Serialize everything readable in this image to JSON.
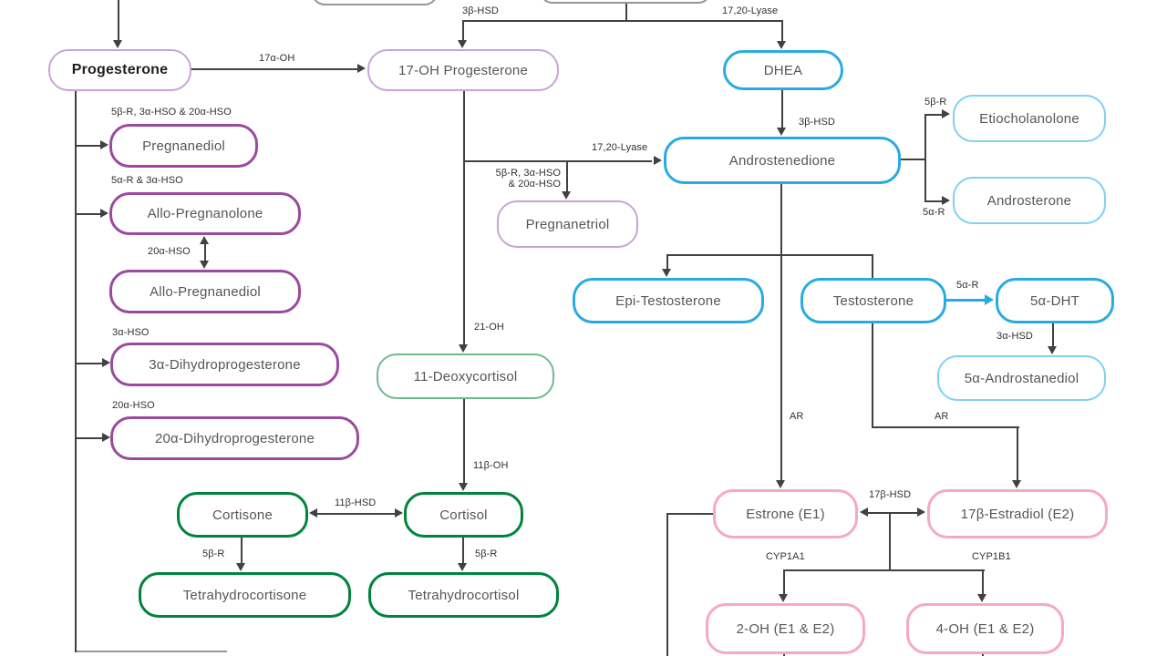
{
  "diagram": {
    "description": "Steroid hormone metabolism pathway flowchart",
    "nodes": {
      "progesterone": "Progesterone",
      "oh17_progesterone": "17-OH Progesterone",
      "dhea": "DHEA",
      "pregnanediol": "Pregnanediol",
      "allo_pregnanolone": "Allo-Pregnanolone",
      "allo_pregnanediol": "Allo-Pregnanediol",
      "dihydroprogesterone_3a": "3α-Dihydroprogesterone",
      "dihydroprogesterone_20a": "20α-Dihydroprogesterone",
      "pregnanetriol": "Pregnanetriol",
      "deoxycortisol_11": "11-Deoxycortisol",
      "cortisone": "Cortisone",
      "cortisol": "Cortisol",
      "tetrahydrocortisone": "Tetrahydrocortisone",
      "tetrahydrocortisol": "Tetrahydrocortisol",
      "androstenedione": "Androstenedione",
      "etiocholanolone": "Etiocholanolone",
      "androsterone": "Androsterone",
      "epi_testosterone": "Epi-Testosterone",
      "testosterone": "Testosterone",
      "dht_5a": "5α-DHT",
      "androstanediol_5a": "5α-Androstanediol",
      "estrone": "Estrone (E1)",
      "estradiol": "17β-Estradiol (E2)",
      "oh2": "2-OH (E1 & E2)",
      "oh4": "4-OH (E1 & E2)"
    },
    "edge_labels": {
      "hsd3b_to_17oh": "3β-HSD",
      "lyase_to_dhea": "17,20-Lyase",
      "oh17a": "17α-OH",
      "pregnanediol_enz": "5β-R, 3α-HSO & 20α-HSO",
      "allopregnanolone_enz": "5α-R & 3α-HSO",
      "hso20a_between": "20α-HSO",
      "hso3a": "3α-HSO",
      "hso20a_branch": "20α-HSO",
      "pregnanetriol_enz_line1": "5β-R, 3α-HSO",
      "pregnanetriol_enz_line2": "& 20α-HSO",
      "lyase_to_andro": "17,20-Lyase",
      "oh21": "21-OH",
      "oh11b": "11β-OH",
      "hsd11b": "11β-HSD",
      "r5b_cortisone": "5β-R",
      "r5b_cortisol": "5β-R",
      "hsd3b_to_andro": "3β-HSD",
      "r5b_etio": "5β-R",
      "r5a_andro": "5α-R",
      "r5a_dht": "5α-R",
      "hsd3a_dht": "3α-HSD",
      "ar_left": "AR",
      "ar_right": "AR",
      "hsd17b": "17β-HSD",
      "cyp1a1": "CYP1A1",
      "cyp1b1": "CYP1B1"
    },
    "colors": {
      "lilac": "#c8a4d8",
      "purple": "#9b4a9e",
      "blue": "#29abe2",
      "light_blue": "#7ed1f4",
      "dark_green": "#00843d",
      "light_green": "#6cbb92",
      "pink": "#f6a8c6",
      "gray_box": "#939598",
      "line": "#414042",
      "text": "#55565a"
    }
  }
}
